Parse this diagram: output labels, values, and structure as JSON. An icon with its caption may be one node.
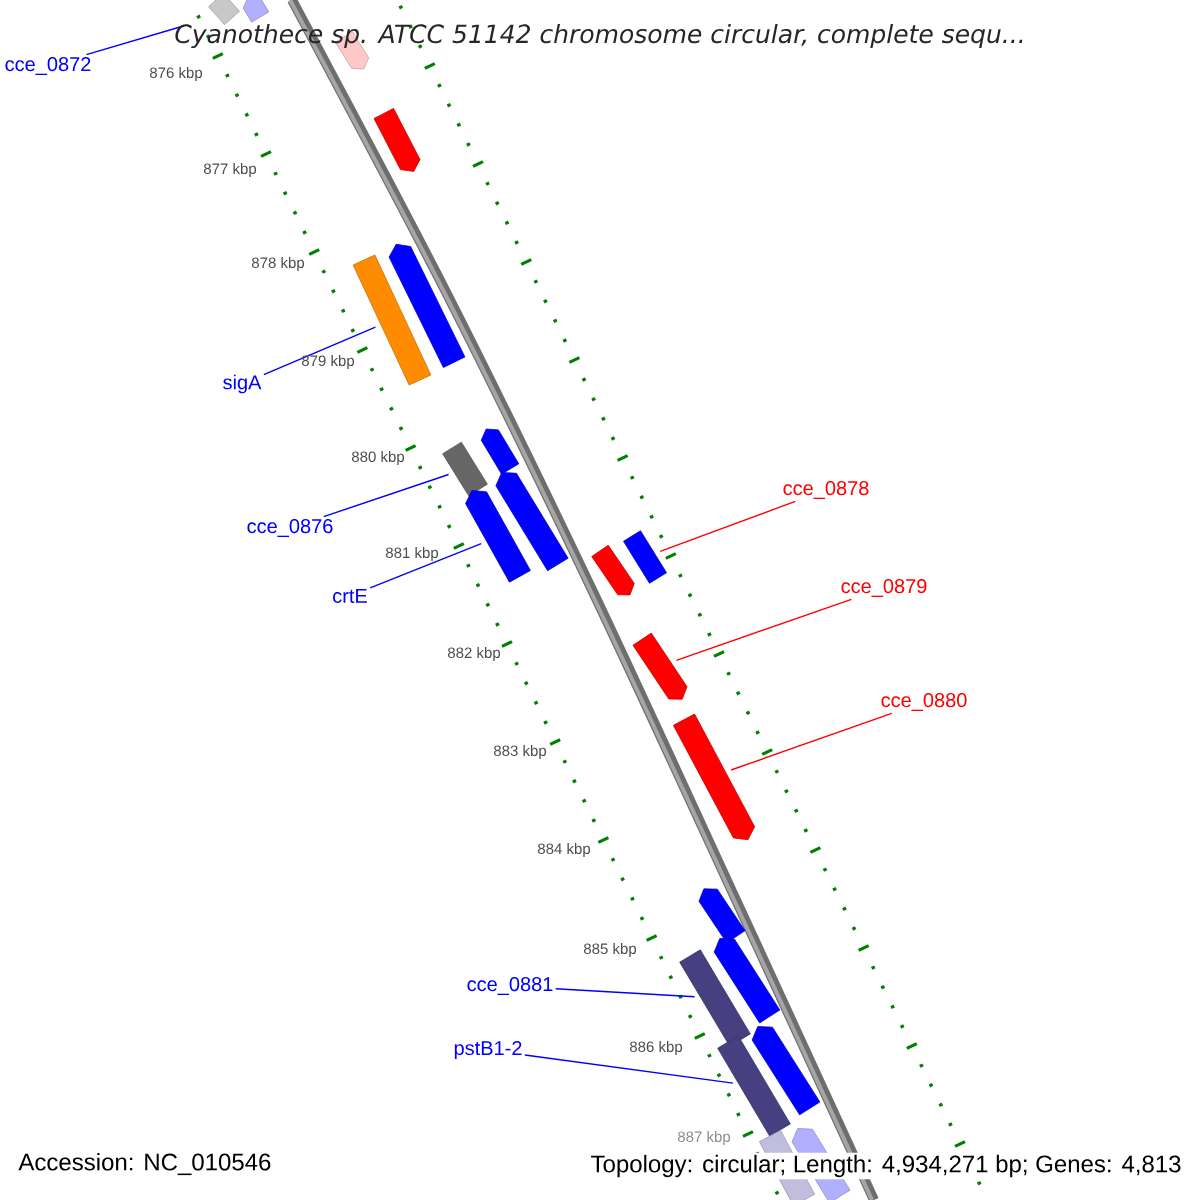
{
  "diagram": {
    "title": "Cyanothece sp. ATCC 51142 chromosome circular, complete sequ...",
    "nodes": [
      {
        "text": [
          "cce_0872"
        ]
      },
      {
        "text": [
          "sigA"
        ]
      },
      {
        "text": [
          "cce_0876"
        ]
      },
      {
        "text": [
          "crtE"
        ]
      },
      {
        "text": [
          "cce_0878"
        ]
      },
      {
        "text": [
          "cce_0879"
        ]
      },
      {
        "text": [
          "cce_0880"
        ]
      },
      {
        "text": [
          "cce_0881"
        ]
      },
      {
        "text": [
          "pstB1-2"
        ]
      },
      {
        "text": [],
        "shape": "bar"
      },
      {
        "text": [],
        "shape": "pentagon"
      },
      {
        "text": [],
        "shape": "pentagon"
      },
      {
        "text": [],
        "shape": "pentagon"
      },
      {
        "text": [],
        "shape": "pentagon"
      },
      {
        "text": [],
        "shape": "bar"
      },
      {
        "text": [],
        "shape": "pentagon"
      },
      {
        "text": [],
        "shape": "bar"
      },
      {
        "text": [],
        "shape": "pentagon"
      },
      {
        "text": [],
        "shape": "pentagon"
      },
      {
        "text": [],
        "shape": "bar"
      },
      {
        "text": [],
        "shape": "pentagon"
      },
      {
        "text": [],
        "shape": "pentagon"
      },
      {
        "text": [],
        "shape": "pentagon"
      },
      {
        "text": [],
        "shape": "pentagon"
      },
      {
        "text": [],
        "shape": "pentagon"
      },
      {
        "text": [],
        "shape": "bar"
      },
      {
        "text": [],
        "shape": "pentagon"
      },
      {
        "text": [],
        "shape": "bar"
      },
      {
        "text": [],
        "shape": "pentagon"
      },
      {
        "text": [],
        "shape": "bar"
      }
    ],
    "edges": [
      {
        "from": 0,
        "to": null,
        "arrow": "none"
      },
      {
        "from": 1,
        "to": 14,
        "arrow": "none"
      },
      {
        "from": 2,
        "to": 16,
        "arrow": "none"
      },
      {
        "from": 3,
        "to": 18,
        "arrow": "none"
      },
      {
        "from": 4,
        "to": 19,
        "arrow": "none",
        "color": "#ff0000"
      },
      {
        "from": 5,
        "to": 21,
        "arrow": "none",
        "color": "#ff0000"
      },
      {
        "from": 6,
        "to": 22,
        "arrow": "none",
        "color": "#ff0000"
      },
      {
        "from": 7,
        "to": 25,
        "arrow": "none"
      },
      {
        "from": 8,
        "to": 27,
        "arrow": "none"
      }
    ],
    "labels": [
      "876 kbp",
      "877 kbp",
      "878 kbp",
      "879 kbp",
      "880 kbp",
      "881 kbp",
      "882 kbp",
      "883 kbp",
      "884 kbp",
      "885 kbp",
      "886 kbp",
      "887 kbp",
      "Accession: NC_010546",
      "Topology: circular; Length: 4,934,271 bp; Genes: 4,813"
    ]
  }
}
